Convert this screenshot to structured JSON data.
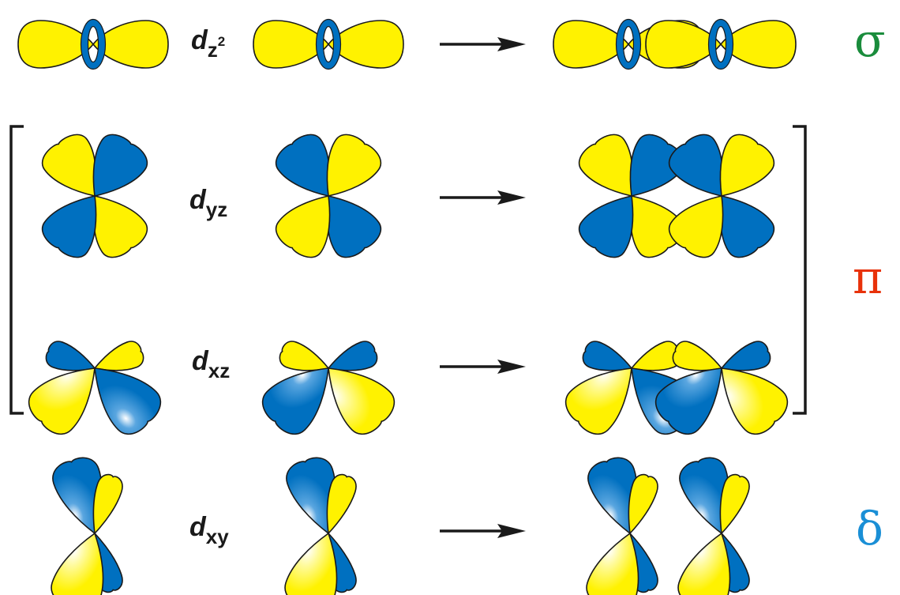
{
  "colors": {
    "lobe_yellow": "#FFF200",
    "lobe_blue": "#0070C0",
    "outline": "#1a1a1a",
    "arrow": "#1a1a1a",
    "sigma": "#1a8c3c",
    "pi": "#e8320a",
    "delta": "#1a8fd6"
  },
  "rows": [
    {
      "id": "dz2",
      "label_d": "d",
      "label_sub": "z",
      "label_sup": "2",
      "bond": "σ"
    },
    {
      "id": "dyz",
      "label_d": "d",
      "label_sub": "yz",
      "bond": ""
    },
    {
      "id": "dxz",
      "label_d": "d",
      "label_sub": "xz",
      "bond": ""
    },
    {
      "id": "dxy",
      "label_d": "d",
      "label_sub": "xy",
      "bond": "δ"
    }
  ],
  "pi_group": {
    "bond": "π",
    "rows": [
      "dyz",
      "dxz"
    ]
  }
}
